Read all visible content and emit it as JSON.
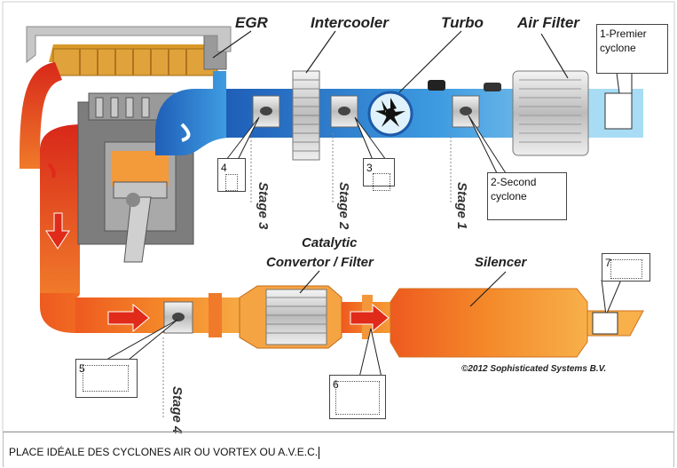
{
  "labels": {
    "egr": "EGR",
    "intercooler": "Intercooler",
    "turbo": "Turbo",
    "air_filter": "Air Filter",
    "catalytic_line1": "Catalytic",
    "catalytic_line2": "Convertor / Filter",
    "silencer": "Silencer",
    "copyright": "©2012 Sophisticated Systems B.V."
  },
  "stages": {
    "stage1": "Stage 1",
    "stage2": "Stage 2",
    "stage3": "Stage 3",
    "stage4": "Stage 4"
  },
  "callouts": {
    "c1": "1-Premier cyclone",
    "c2": "2-Second cyclone",
    "c3": "3",
    "c4": "4",
    "c5": "5",
    "c6": "6",
    "c7": "7"
  },
  "caption": "PLACE IDÉALE DES CYCLONES AIR OU VORTEX OU A.V.E.C.",
  "colors": {
    "intake_blue": "#2f7fd0",
    "intake_light": "#8ed0f0",
    "exhaust_orange": "#f28a2a",
    "exhaust_red": "#e03a1e",
    "engine_gray": "#8a8a8a",
    "arrow_red": "#e02a1a"
  }
}
